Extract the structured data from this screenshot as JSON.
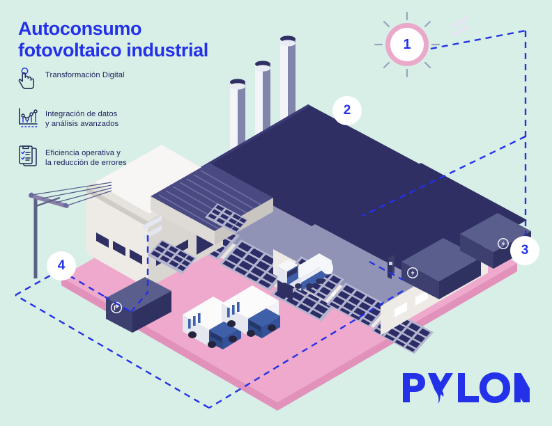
{
  "page": {
    "background_color": "#d8efe7",
    "accent_blue": "#2331e8",
    "navy": "#2a2a63",
    "pink": "#eda4c8",
    "panel_gray": "#8d90b4"
  },
  "headline": {
    "line1": "Autoconsumo",
    "line2": "fotovoltaico industrial"
  },
  "bullets": [
    {
      "icon": "hand-tap-icon",
      "line1": "Transformación Digital",
      "line2": ""
    },
    {
      "icon": "data-chart-icon",
      "line1": "Integración de datos",
      "line2": "y análisis avanzados"
    },
    {
      "icon": "clipboard-check-icon",
      "line1": "Eficiencia operativa y",
      "line2": "la reducción de errores"
    }
  ],
  "markers": [
    {
      "id": "1",
      "label": "1",
      "style": "sun",
      "description": "sun-marker"
    },
    {
      "id": "2",
      "label": "2",
      "style": "plain",
      "description": "solar-roof-marker"
    },
    {
      "id": "3",
      "label": "3",
      "style": "plain",
      "description": "battery-storage-marker"
    },
    {
      "id": "4",
      "label": "4",
      "style": "plain",
      "description": "grid-connection-marker"
    }
  ],
  "logo": {
    "text": "PYLON",
    "color": "#2331e8"
  },
  "scene": {
    "alt": "Isometric industrial facility with photovoltaic solar panels, smokestacks, battery storage containers, delivery trucks, a tanker truck and a utility pole on a pink platform",
    "elements": [
      "smokestacks",
      "factory-building-left",
      "factory-building-center",
      "factory-building-right",
      "solar-panel-arrays",
      "battery-containers",
      "delivery-trucks",
      "tanker-truck",
      "utility-pole",
      "dashed-connection-lines"
    ]
  }
}
